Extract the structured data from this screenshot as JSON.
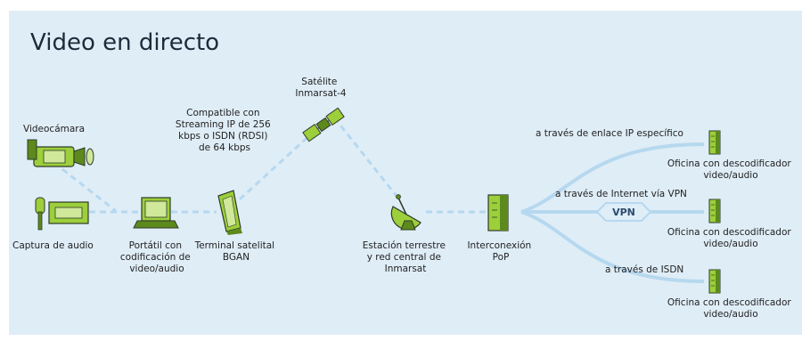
{
  "title": "Video en directo",
  "labels": {
    "videocamera": "Videocámara",
    "audio": "Captura de audio",
    "laptop": [
      "Portátil con",
      "codificación de",
      "video/audio"
    ],
    "terminal": [
      "Terminal satelital",
      "BGAN"
    ],
    "compat": [
      "Compatible con",
      "Streaming IP de 256",
      "kbps o ISDN (RDSI)",
      "de 64 kbps"
    ],
    "satellite": [
      "Satélite",
      "Inmarsat-4"
    ],
    "ground": [
      "Estación terrestre",
      "y red central de",
      "Inmarsat"
    ],
    "pop": [
      "Interconexión",
      "PoP"
    ],
    "route_ip": "a través de enlace IP específico",
    "route_vpn": "a través de Internet vía VPN",
    "vpn_badge": "VPN",
    "route_isdn": "a través de ISDN",
    "office": [
      "Oficina con descodificador",
      "video/audio"
    ]
  },
  "colors": {
    "background": "#dfedf7",
    "link": "#b6d8ef",
    "device_green": "#9ccf3b",
    "device_dark": "#5d8a1c",
    "outline": "#2f3a2a"
  }
}
